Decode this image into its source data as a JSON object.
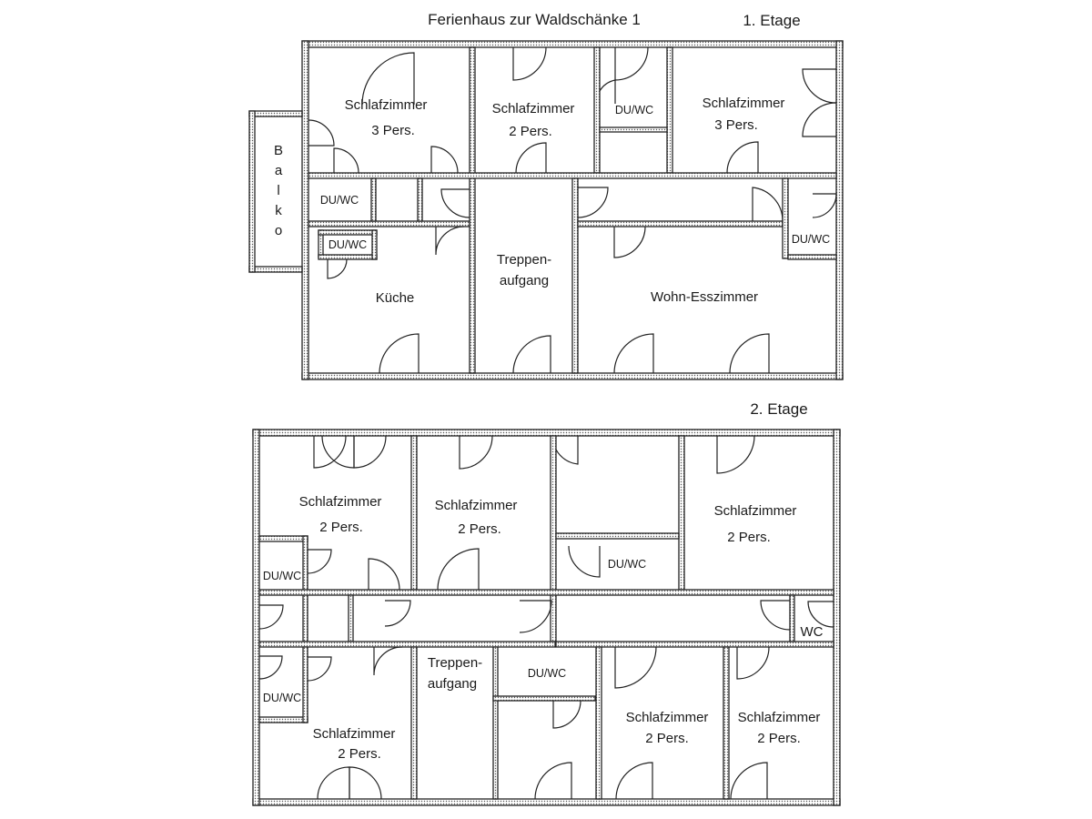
{
  "floorplan": {
    "title": "Ferienhaus zur Waldschänke 1",
    "floor1_label": "1. Etage",
    "floor2_label": "2. Etage",
    "floor1": {
      "balkon": "Balkon",
      "bedroom_nw": {
        "name": "Schlafzimmer",
        "cap": "3 Pers."
      },
      "bedroom_n": {
        "name": "Schlafzimmer",
        "cap": "2 Pers."
      },
      "bath_n": "DU/WC",
      "bedroom_ne": {
        "name": "Schlafzimmer",
        "cap": "3 Pers."
      },
      "bath_w1": "DU/WC",
      "bath_w2": "DU/WC",
      "bath_e": "DU/WC",
      "kitchen": "Küche",
      "stairs": {
        "line1": "Treppen-",
        "line2": "aufgang"
      },
      "living": "Wohn-Esszimmer"
    },
    "floor2": {
      "bedroom_nw": {
        "name": "Schlafzimmer",
        "cap": "2 Pers."
      },
      "bedroom_n": {
        "name": "Schlafzimmer",
        "cap": "2 Pers."
      },
      "bath_nc": "DU/WC",
      "bedroom_ne": {
        "name": "Schlafzimmer",
        "cap": "2 Pers."
      },
      "bath_w1": "DU/WC",
      "bath_w2": "DU/WC",
      "wc_e": "WC",
      "stairs": {
        "line1": "Treppen-",
        "line2": "aufgang"
      },
      "bath_c": "DU/WC",
      "bedroom_sw": {
        "name": "Schlafzimmer",
        "cap": "2 Pers."
      },
      "bedroom_sc": {
        "name": "Schlafzimmer",
        "cap": "2 Pers."
      },
      "bedroom_se": {
        "name": "Schlafzimmer",
        "cap": "2 Pers."
      }
    }
  }
}
